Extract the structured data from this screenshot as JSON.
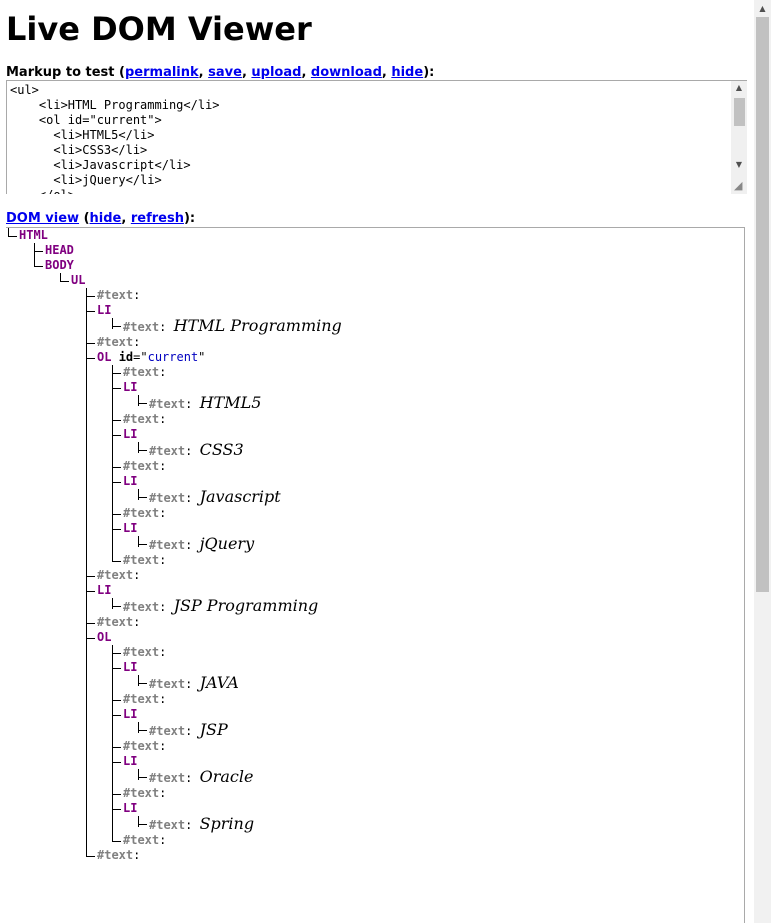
{
  "title": "Live DOM Viewer",
  "markup_section": {
    "label": "Markup to test",
    "links": [
      "permalink",
      "save",
      "upload",
      "download",
      "hide"
    ]
  },
  "markup_text": "<ul>\n    <li>HTML Programming</li>\n    <ol id=\"current\">\n      <li>HTML5</li>\n      <li>CSS3</li>\n      <li>Javascript</li>\n      <li>jQuery</li>\n    </ol>",
  "dom_section": {
    "label": "DOM view",
    "links": [
      "hide",
      "refresh"
    ]
  },
  "tree": {
    "html": "HTML",
    "head": "HEAD",
    "body": "BODY",
    "ul": "UL",
    "text_node": "#text",
    "li": "LI",
    "ol": "OL",
    "ol_attr_name": "id",
    "ol_attr_value": "current",
    "items": {
      "html_programming": "HTML Programming",
      "html5": "HTML5",
      "css3": "CSS3",
      "javascript": "Javascript",
      "jquery": "jQuery",
      "jsp_programming": "JSP Programming",
      "java": "JAVA",
      "jsp": "JSP",
      "oracle": "Oracle",
      "spring": "Spring"
    }
  },
  "colors": {
    "element": "#800080",
    "text_node": "#808080",
    "link": "#0000ee",
    "attr_value": "#0000c0"
  }
}
